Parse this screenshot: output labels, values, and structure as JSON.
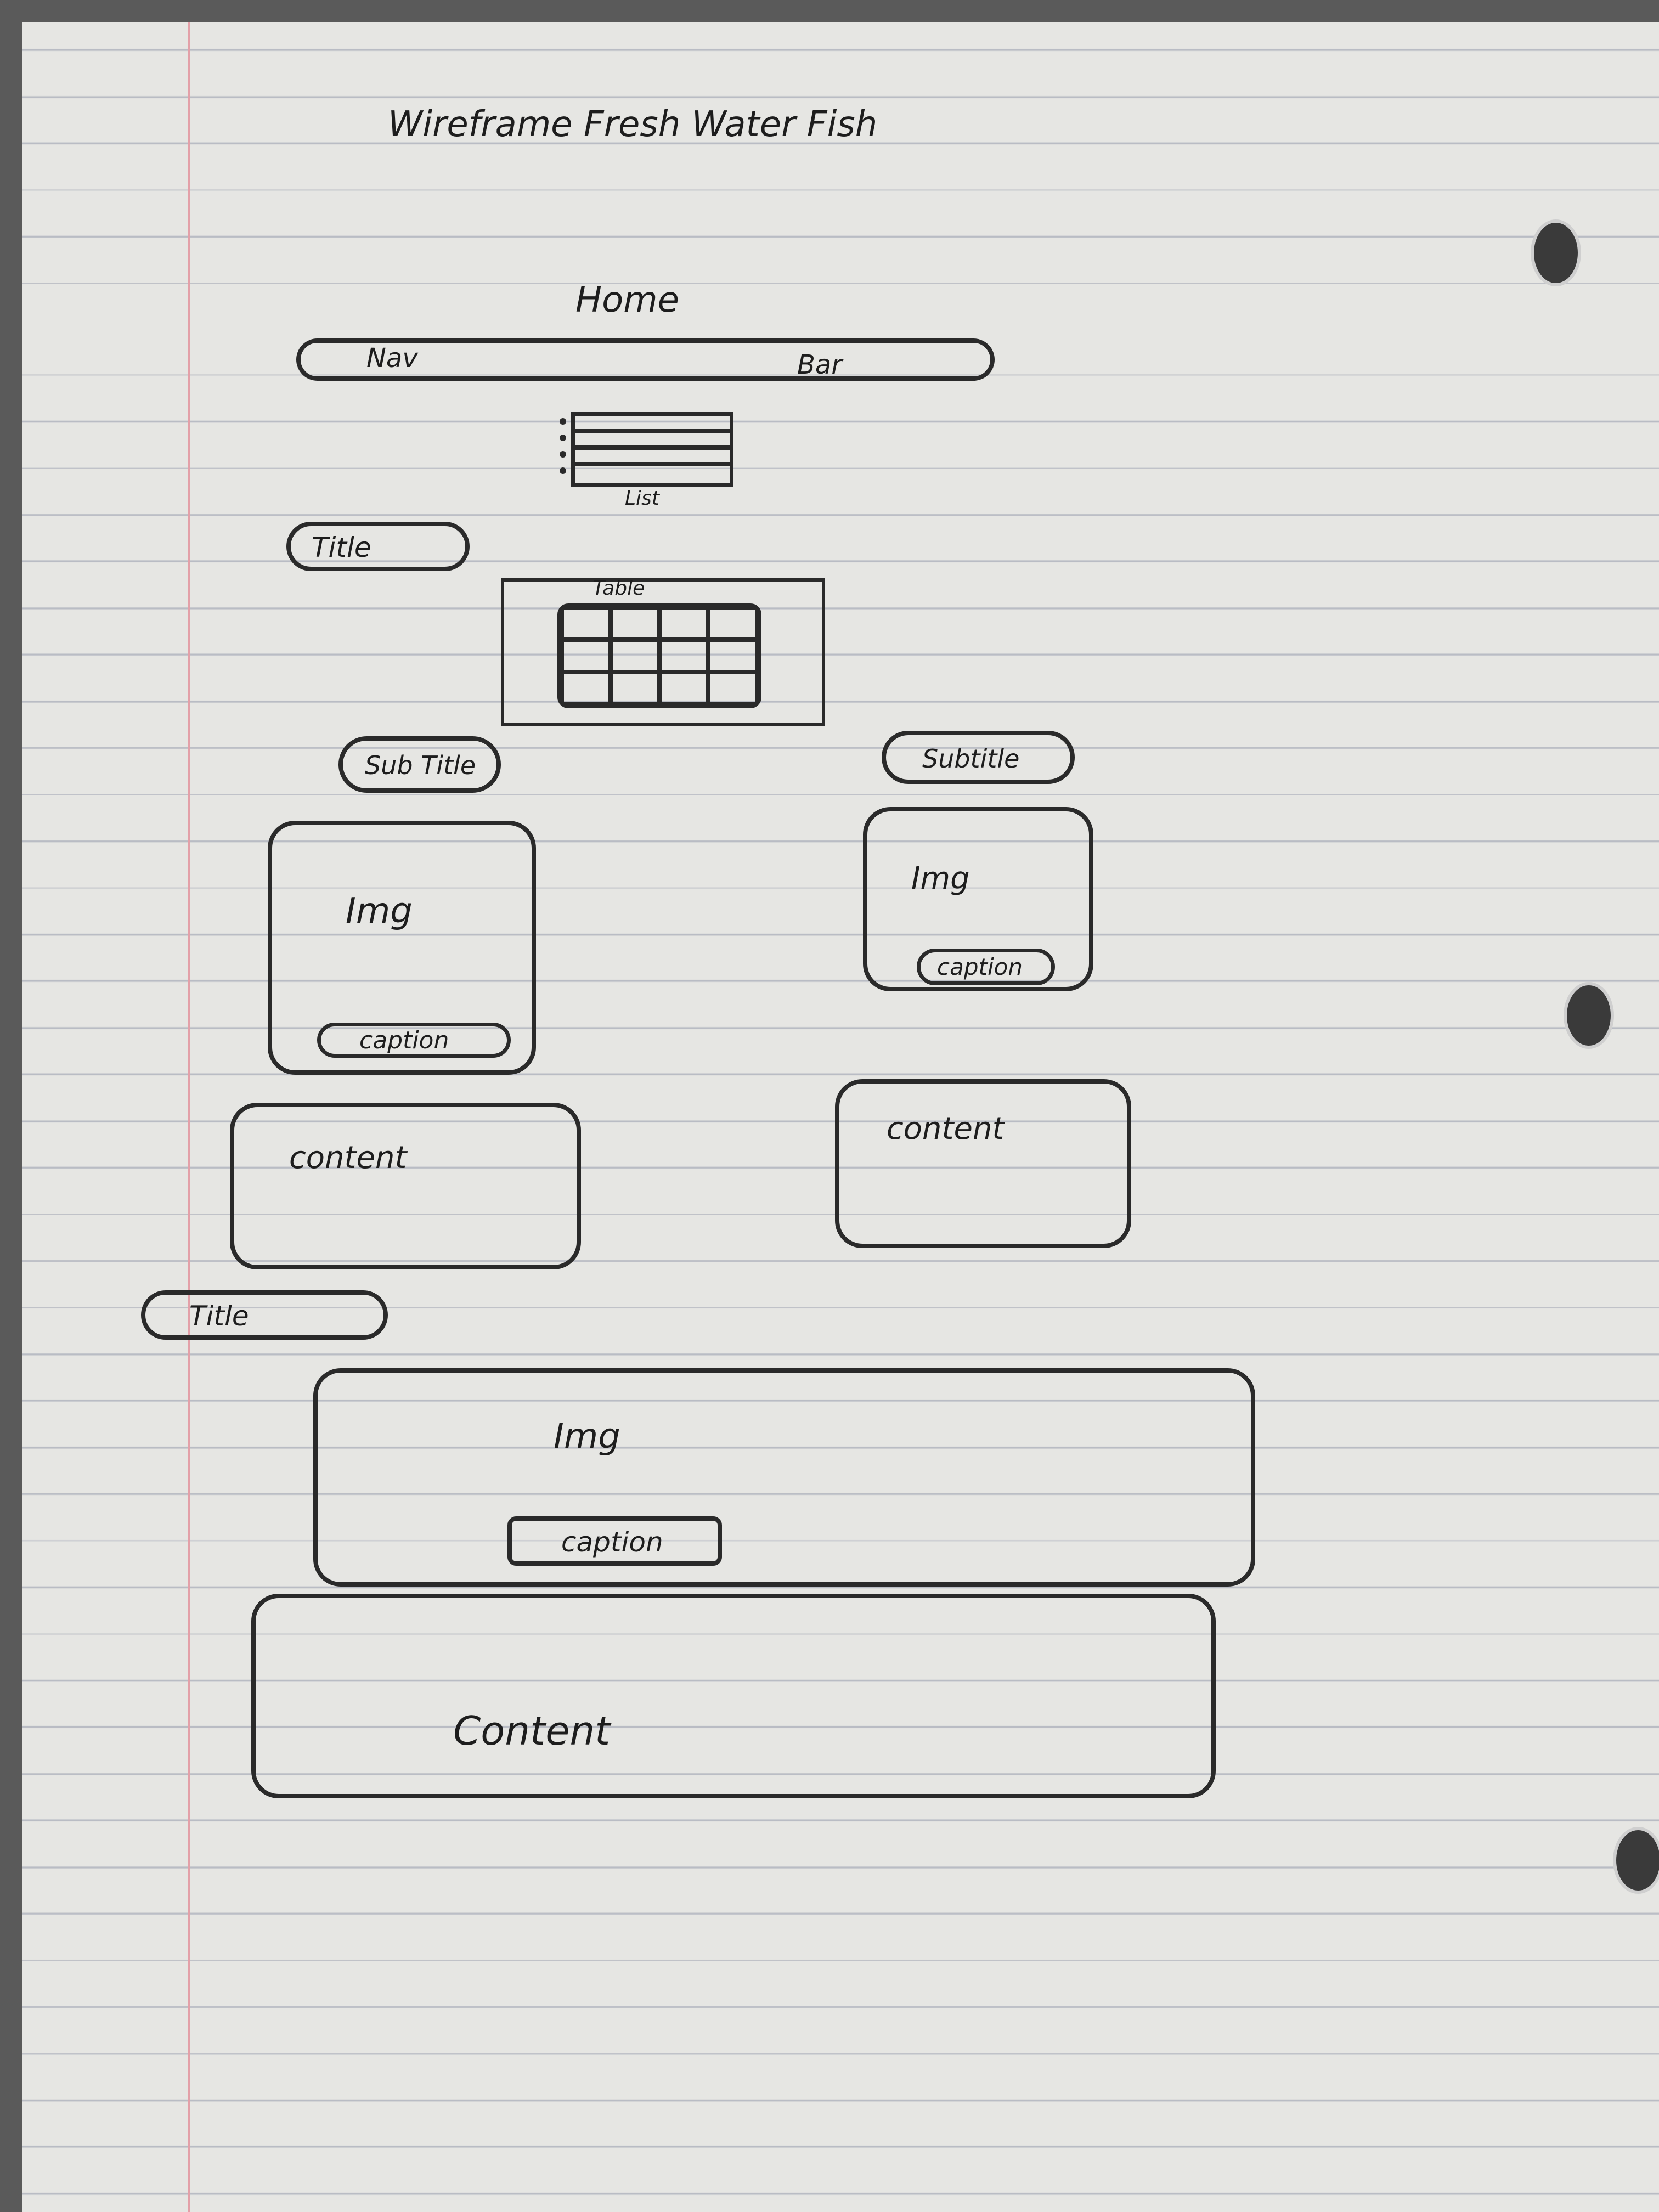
{
  "sheet_title": "Wireframe Fresh Water Fish",
  "page_label": "Home",
  "nav_bar": {
    "left_label": "Nav",
    "right_label": "Bar"
  },
  "list": {
    "label": "List",
    "rows": 4
  },
  "title_1": "Title",
  "table": {
    "label": "Table",
    "columns": 4,
    "rows": 3
  },
  "left_column": {
    "subtitle": "Sub Title",
    "image_label": "Img",
    "caption": "caption",
    "content": "content"
  },
  "right_column": {
    "subtitle": "Subtitle",
    "image_label": "Img",
    "caption": "caption",
    "content": "content"
  },
  "title_2": "Title",
  "bottom_section": {
    "image_label": "Img",
    "caption": "caption",
    "content": "Content"
  }
}
